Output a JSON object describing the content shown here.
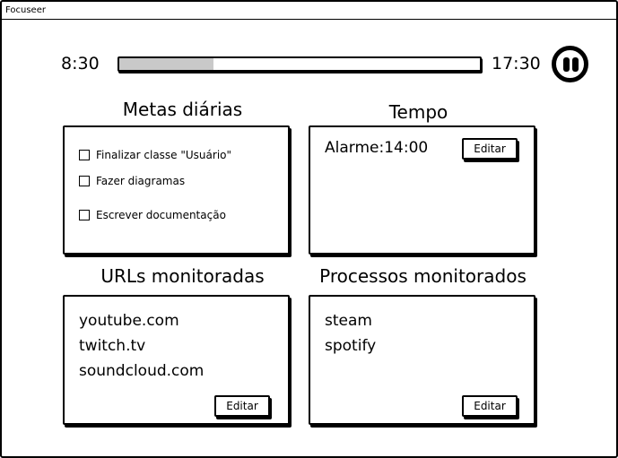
{
  "window": {
    "title": "Focuseer"
  },
  "timer": {
    "start_time": "8:30",
    "end_time": "17:30",
    "progress_fraction": 0.26,
    "pause_icon": "pause-circle-icon"
  },
  "goals": {
    "title": "Metas diárias",
    "items": [
      {
        "label": "Finalizar classe \"Usuário\"",
        "checked": false
      },
      {
        "label": "Fazer diagramas",
        "checked": false
      },
      {
        "label": "Escrever documentação",
        "checked": false
      }
    ]
  },
  "time_section": {
    "title": "Tempo",
    "alarm_label": "Alarme:",
    "alarm_time": "14:00",
    "edit_label": "Editar"
  },
  "urls": {
    "title": "URLs monitoradas",
    "items": [
      "youtube.com",
      "twitch.tv",
      "soundcloud.com"
    ],
    "edit_label": "Editar"
  },
  "processes": {
    "title": "Processos monitorados",
    "items": [
      "steam",
      "spotify"
    ],
    "edit_label": "Editar"
  }
}
